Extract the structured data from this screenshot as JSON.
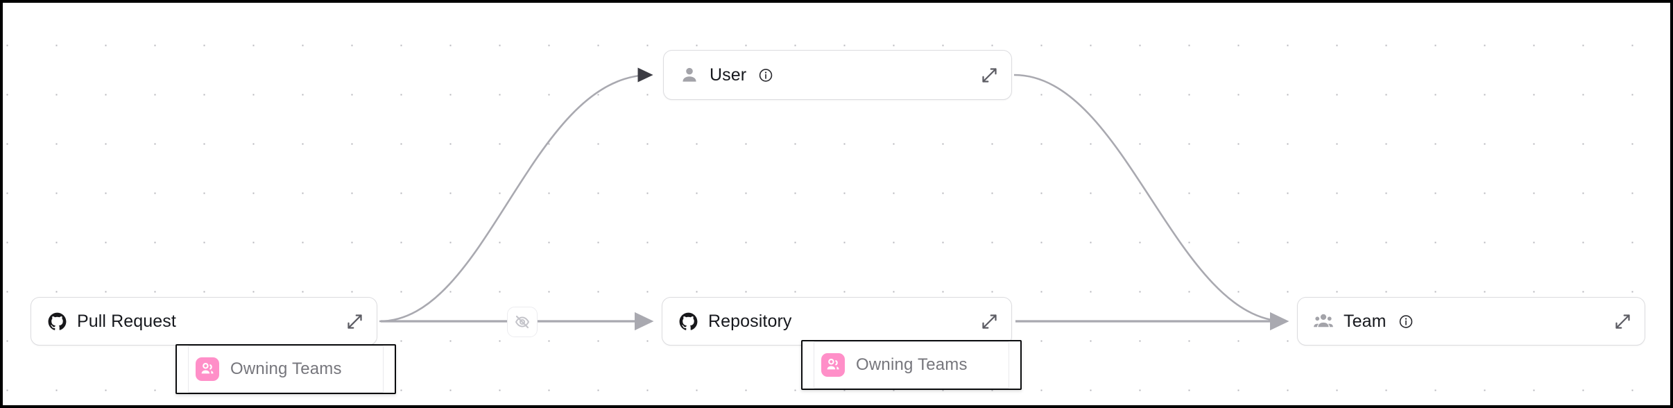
{
  "canvas": {
    "background": "dot-grid",
    "frame_color": "#000000",
    "dot_color": "#b6b6bb",
    "grid_spacing": 71
  },
  "graph": {
    "nodes": [
      {
        "id": "pull-request",
        "label": "Pull Request",
        "icon": "github-icon",
        "icon_color": "#18181b",
        "has_info": false,
        "expand_icon": "expand-diagonal-icon"
      },
      {
        "id": "user",
        "label": "User",
        "icon": "person-icon",
        "icon_color": "#a3a3a9",
        "has_info": true,
        "info_icon": "info-circle-icon",
        "expand_icon": "expand-diagonal-icon"
      },
      {
        "id": "repository",
        "label": "Repository",
        "icon": "github-icon",
        "icon_color": "#18181b",
        "has_info": false,
        "expand_icon": "expand-diagonal-icon"
      },
      {
        "id": "team",
        "label": "Team",
        "icon": "people-group-icon",
        "icon_color": "#a3a3a9",
        "has_info": true,
        "info_icon": "info-circle-icon",
        "expand_icon": "expand-diagonal-icon"
      }
    ],
    "edges": [
      {
        "id": "pr-to-user",
        "from": "pull-request",
        "to": "user",
        "style": "curved",
        "color": "#a9a9b0"
      },
      {
        "id": "pr-to-repository",
        "from": "pull-request",
        "to": "repository",
        "style": "straight",
        "color": "#a9a9b0",
        "chip_icon": "eye-off-icon"
      },
      {
        "id": "repository-to-team",
        "from": "repository",
        "to": "team",
        "style": "straight",
        "color": "#a9a9b0"
      },
      {
        "id": "user-to-team",
        "from": "user",
        "to": "team",
        "style": "curved",
        "color": "#a9a9b0"
      }
    ],
    "badges": [
      {
        "id": "pull-request-owning-teams",
        "attached_to": "pull-request",
        "label": "Owning Teams",
        "icon": "people-group-icon",
        "icon_background": "#ff8fc8",
        "icon_glyph_color": "#ffffff",
        "text_color": "#76767c",
        "outline_color": "#0b0c0e"
      },
      {
        "id": "repository-owning-teams",
        "attached_to": "repository",
        "label": "Owning Teams",
        "icon": "people-group-icon",
        "icon_background": "#ff8fc8",
        "icon_glyph_color": "#ffffff",
        "text_color": "#76767c",
        "outline_color": "#0b0c0e"
      }
    ]
  },
  "colors": {
    "node_border": "#dcdcdf",
    "node_text": "#16181d",
    "edge": "#a9a9b0",
    "accent_pink": "#ff8fc8",
    "muted_icon": "#a3a3a9"
  }
}
